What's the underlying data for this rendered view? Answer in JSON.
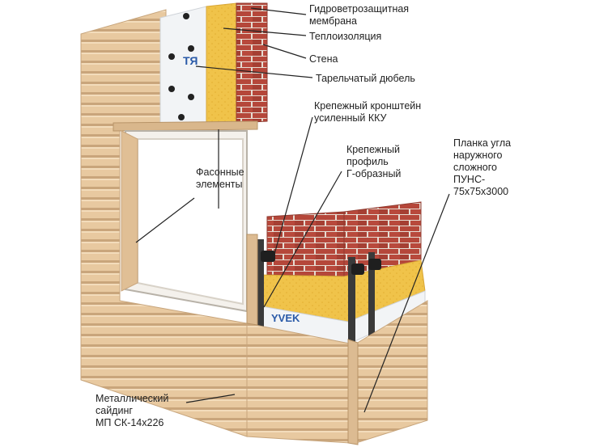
{
  "labels": {
    "membrane": [
      "Гидроветрозащитная",
      "мембрана"
    ],
    "insulation": "Теплоизоляция",
    "wall": "Стена",
    "dowel": "Тарельчатый дюбель",
    "bracket": [
      "Крепежный кронштейн",
      "усиленный ККУ"
    ],
    "profile": [
      "Крепежный",
      "профиль",
      "Г-образный"
    ],
    "corner_strip": [
      "Планка угла",
      "наружного",
      "сложного",
      "ПУНС-",
      "75x75x3000"
    ],
    "shaped_elements": [
      "Фасонные",
      "элементы"
    ],
    "siding": [
      "Металлический",
      "сайдинг",
      "МП СК-14x226"
    ]
  },
  "colors": {
    "siding": "#e8c9a0",
    "siding_groove": "#c9a57b",
    "brick": "#b5473a",
    "mortar": "#e6dcd2",
    "insulation": "#f0c34a",
    "membrane": "#f2f4f6",
    "profile": "#3a3a3a"
  }
}
